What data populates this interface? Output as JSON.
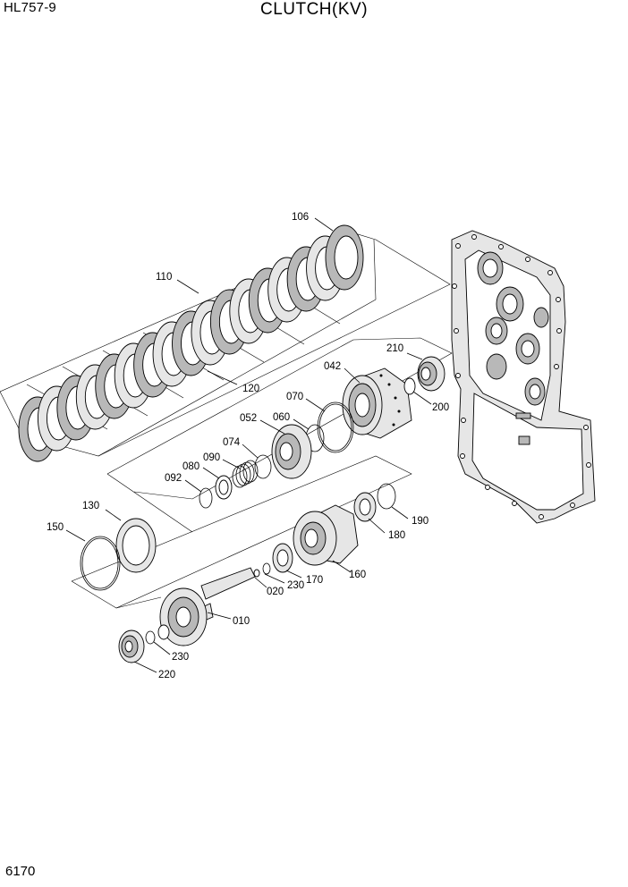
{
  "header": {
    "model": "HL757-9",
    "title": "CLUTCH(KV)"
  },
  "footer": {
    "page_number": "6170"
  },
  "part_labels": {
    "p106": "106",
    "p110": "110",
    "p120": "120",
    "p130": "130",
    "p150": "150",
    "p042": "042",
    "p070": "070",
    "p060": "060",
    "p052": "052",
    "p074": "074",
    "p090": "090",
    "p080": "080",
    "p092": "092",
    "p210": "210",
    "p200": "200",
    "p190": "190",
    "p180": "180",
    "p160": "160",
    "p170": "170",
    "p230a": "230",
    "p020": "020",
    "p010": "010",
    "p230b": "230",
    "p220": "220"
  }
}
